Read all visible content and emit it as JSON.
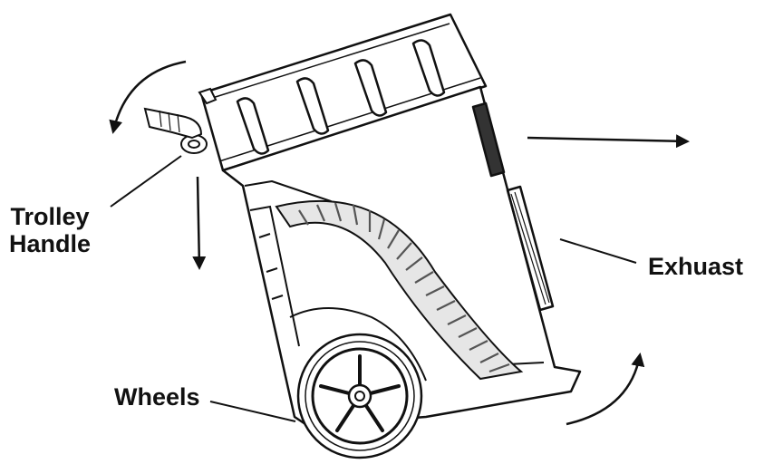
{
  "labels": {
    "trolley_line1": "Trolley",
    "trolley_line2": "Handle",
    "exhaust": "Exhuast",
    "wheels": "Wheels"
  },
  "colors": {
    "line": "#111111",
    "background": "#ffffff",
    "grille": "#555555"
  }
}
